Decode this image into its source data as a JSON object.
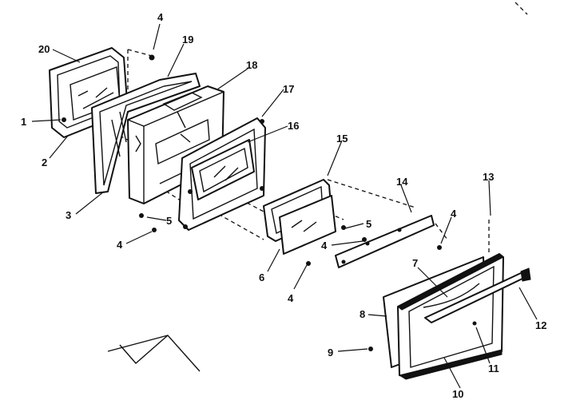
{
  "callouts": [
    {
      "id": "c1",
      "text": "1"
    },
    {
      "id": "c2",
      "text": "2"
    },
    {
      "id": "c3",
      "text": "3"
    },
    {
      "id": "c4a",
      "text": "4"
    },
    {
      "id": "c4b",
      "text": "4"
    },
    {
      "id": "c4c",
      "text": "4"
    },
    {
      "id": "c4d",
      "text": "4"
    },
    {
      "id": "c4e",
      "text": "4"
    },
    {
      "id": "c5a",
      "text": "5"
    },
    {
      "id": "c5b",
      "text": "5"
    },
    {
      "id": "c6",
      "text": "6"
    },
    {
      "id": "c7",
      "text": "7"
    },
    {
      "id": "c8",
      "text": "8"
    },
    {
      "id": "c9",
      "text": "9"
    },
    {
      "id": "c10",
      "text": "10"
    },
    {
      "id": "c11",
      "text": "11"
    },
    {
      "id": "c12",
      "text": "12"
    },
    {
      "id": "c13",
      "text": "13"
    },
    {
      "id": "c14",
      "text": "14"
    },
    {
      "id": "c15",
      "text": "15"
    },
    {
      "id": "c16",
      "text": "16"
    },
    {
      "id": "c17",
      "text": "17"
    },
    {
      "id": "c18",
      "text": "18"
    },
    {
      "id": "c19",
      "text": "19"
    },
    {
      "id": "c20",
      "text": "20"
    }
  ]
}
